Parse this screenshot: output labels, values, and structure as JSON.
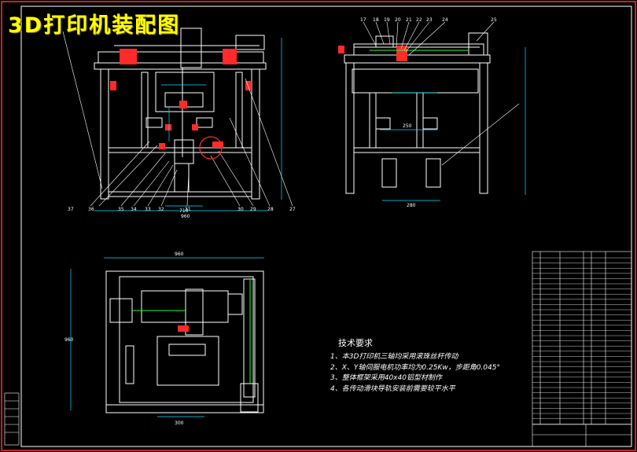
{
  "title": "3D打印机装配图",
  "tech": {
    "title": "技术要求",
    "lines": [
      "1、本3D打印机三轴均采用滚珠丝杆传动",
      "2、X、Y轴伺服电机功率均为0.25Kw，步距角0.045°",
      "3、整体框架采用40x40铝型材制作",
      "4、各传动滑块导轨安装前需要较平水平"
    ]
  },
  "balloons_top": [
    "17",
    "18",
    "19",
    "20",
    "21",
    "22",
    "23",
    "24",
    "25"
  ],
  "balloons_bottom": [
    "37",
    "36",
    "35",
    "34",
    "33",
    "32",
    "31",
    "30",
    "29",
    "28",
    "27"
  ],
  "dims": {
    "front_bottom": "960",
    "front_bottom2": "710",
    "plan_width": "960",
    "plan_height": "960",
    "plan_bottom": "300",
    "side_bottom": "280",
    "side_mid": "250"
  },
  "colors": {
    "outline": "#ffffff",
    "dim": "#00e5ff",
    "part": "#ff2a2a",
    "green": "#22ff22",
    "title": "#ffff00",
    "frame": "#ff3333"
  }
}
